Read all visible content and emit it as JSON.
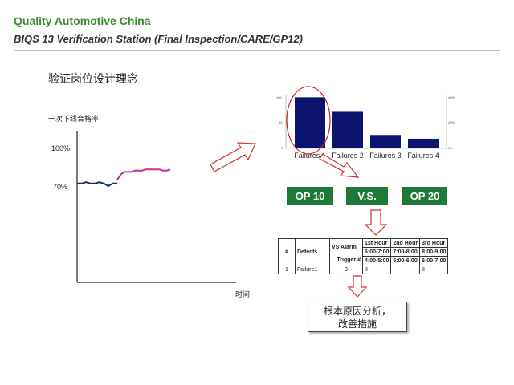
{
  "header": {
    "brand": "Quality Automotive China",
    "subtitle": "BIQS 13 Verification Station (Final Inspection/CARE/GP12)"
  },
  "slide": {
    "heading": "验证岗位设计理念"
  },
  "colors": {
    "brand_green": "#3a8a2e",
    "op_green": "#1f7a3a",
    "bar_navy": "#0d1470",
    "line_navy": "#1a2a6c",
    "line_magenta": "#c0309a",
    "highlight_red": "#cc2020"
  },
  "chart_data": [
    {
      "type": "line",
      "ylabel": "一次下线合格率",
      "xlabel": "时间",
      "ytick_labels": [
        "100%",
        "70%"
      ],
      "series": [
        {
          "values": [
            0.72,
            0.72,
            0.73,
            0.72,
            0.72,
            0.73,
            0.72,
            0.7,
            0.72,
            0.72
          ]
        },
        {
          "values": [
            0.75,
            0.79,
            0.81,
            0.81,
            0.81,
            0.82,
            0.82,
            0.82,
            0.83,
            0.83,
            0.83,
            0.83,
            0.83,
            0.82,
            0.82,
            0.83
          ]
        }
      ]
    },
    {
      "type": "bar",
      "categories": [
        "Failures 1",
        "Failures 2",
        "Failures 3",
        "Failures 4"
      ],
      "values": [
        95,
        68,
        25,
        18
      ],
      "ylim": [
        0,
        100
      ],
      "left_ticks": [
        "100",
        "50",
        "0"
      ],
      "right_ticks": [
        "40%",
        "20%",
        "0%"
      ]
    }
  ],
  "op_boxes": [
    "OP 10",
    "V.S.",
    "OP 20"
  ],
  "defect_table": {
    "headers": [
      "#",
      "Defects",
      "VS Alarm",
      "1st Hour",
      "2nd Hour",
      "3rd Hour"
    ],
    "trigger_label": "Trigger #",
    "hour_ranges_row1": [
      "6:00-7:00",
      "7:00-8:00",
      "8:00-9:00"
    ],
    "hour_ranges_row2": [
      "4:00-5:00",
      "5:00-6:00",
      "6:00-7:00"
    ],
    "rows": [
      {
        "num": "1",
        "defect": "Failure1",
        "trigger": "3",
        "h1": "II",
        "h2": "I",
        "h3": "II"
      }
    ]
  },
  "root_cause": {
    "line1": "根本原因分析，",
    "line2": "改善措施"
  }
}
